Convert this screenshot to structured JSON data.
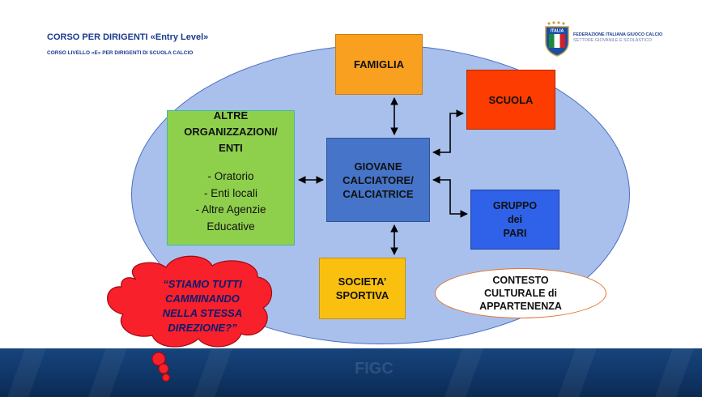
{
  "header": {
    "title": "CORSO PER DIRIGENTI «Entry Level»",
    "subtitle": "CORSO LIVELLO «E» PER DIRIGENTI DI SCUOLA CALCIO"
  },
  "logo": {
    "line1": "FEDERAZIONE ITALIANA GIUOCO CALCIO",
    "line2": "SETTORE GIOVANILE E SCOLASTICO",
    "badge_text": "ITALIA"
  },
  "diagram": {
    "famiglia": "FAMIGLIA",
    "scuola": "SCUOLA",
    "giovane": [
      "GIOVANE",
      "CALCIATORE/",
      "CALCIATRICE"
    ],
    "gruppo": [
      "GRUPPO",
      "dei",
      "PARI"
    ],
    "societa": [
      "SOCIETA’",
      "SPORTIVA"
    ],
    "altre_title": [
      "ALTRE",
      "ORGANIZZAZIONI/",
      "ENTI"
    ],
    "altre_items": [
      "- Oratorio",
      "- Enti locali",
      "- Altre Agenzie",
      "Educative"
    ],
    "contesto": [
      "CONTESTO",
      "CULTURALE di",
      "APPARTENENZA"
    ],
    "cloud": [
      "“STIAMO TUTTI",
      "CAMMINANDO",
      "NELLA STESSA",
      "DIREZIONE?”"
    ]
  },
  "footer": {
    "watermark": "FIGC"
  },
  "colors": {
    "ellipse": "#a9c0ec",
    "famiglia": "#f9a020",
    "scuola": "#fc3c00",
    "giovane": "#4574c8",
    "gruppo": "#2f62e8",
    "societa": "#f9c010",
    "altre": "#8ed04c",
    "cloud": "#f8202a",
    "header_text": "#1a3a8f"
  }
}
